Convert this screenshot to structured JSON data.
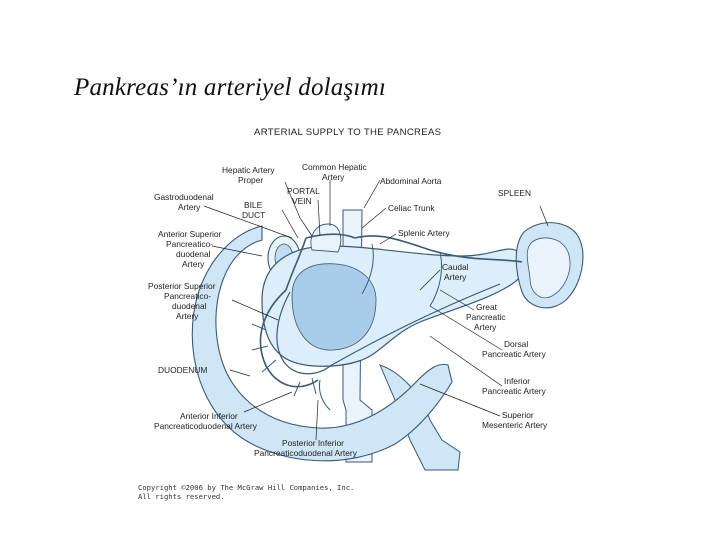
{
  "slide": {
    "title": "Pankreas’ın arteriyel dolaşımı"
  },
  "figure": {
    "heading": "ARTERIAL SUPPLY TO THE PANCREAS",
    "labels": {
      "hepatic_artery_proper": [
        "Hepatic Artery",
        "Proper"
      ],
      "common_hepatic_artery": [
        "Common Hepatic",
        "Artery"
      ],
      "abdominal_aorta": [
        "Abdominal Aorta"
      ],
      "portal_vein": [
        "PORTAL",
        "VEIN"
      ],
      "bile_duct": [
        "BILE",
        "DUCT"
      ],
      "gastroduodenal_artery": [
        "Gastroduodenal",
        "Artery"
      ],
      "celiac_trunk": [
        "Celiac Trunk"
      ],
      "spleen": [
        "SPLEEN"
      ],
      "anterior_superior_pd": [
        "Anterior Superior",
        "Pancreatico-",
        "duodenal",
        "Artery"
      ],
      "splenic_artery": [
        "Splenic Artery"
      ],
      "caudal_artery": [
        "Caudal",
        "Artery"
      ],
      "posterior_superior_pd": [
        "Posterior Superior",
        "Pancreatico-",
        "duodenal",
        "Artery"
      ],
      "great_pancreatic_artery": [
        "Great",
        "Pancreatic",
        "Artery"
      ],
      "dorsal_pancreatic_artery": [
        "Dorsal",
        "Pancreatic Artery"
      ],
      "duodenum": [
        "DUODENUM"
      ],
      "inferior_pancreatic_artery": [
        "Inferior",
        "Pancreatic Artery"
      ],
      "superior_mesenteric_artery": [
        "Superior",
        "Mesenteric Artery"
      ],
      "anterior_inferior_pd": [
        "Anterior Inferior",
        "Pancreaticoduodenal Artery"
      ],
      "posterior_inferior_pd": [
        "Posterior Inferior",
        "Pancreaticoduodenal Artery"
      ]
    },
    "copyright": [
      "Copyright ©2006 by The McGraw Hill Companies, Inc.",
      "All rights reserved."
    ],
    "colors": {
      "organ_fill": "#cfe6f6",
      "organ_dark": "#9cc7e6",
      "vessel_fill": "#e8f3fb",
      "outline": "#3a5a78",
      "background": "#ffffff"
    }
  }
}
